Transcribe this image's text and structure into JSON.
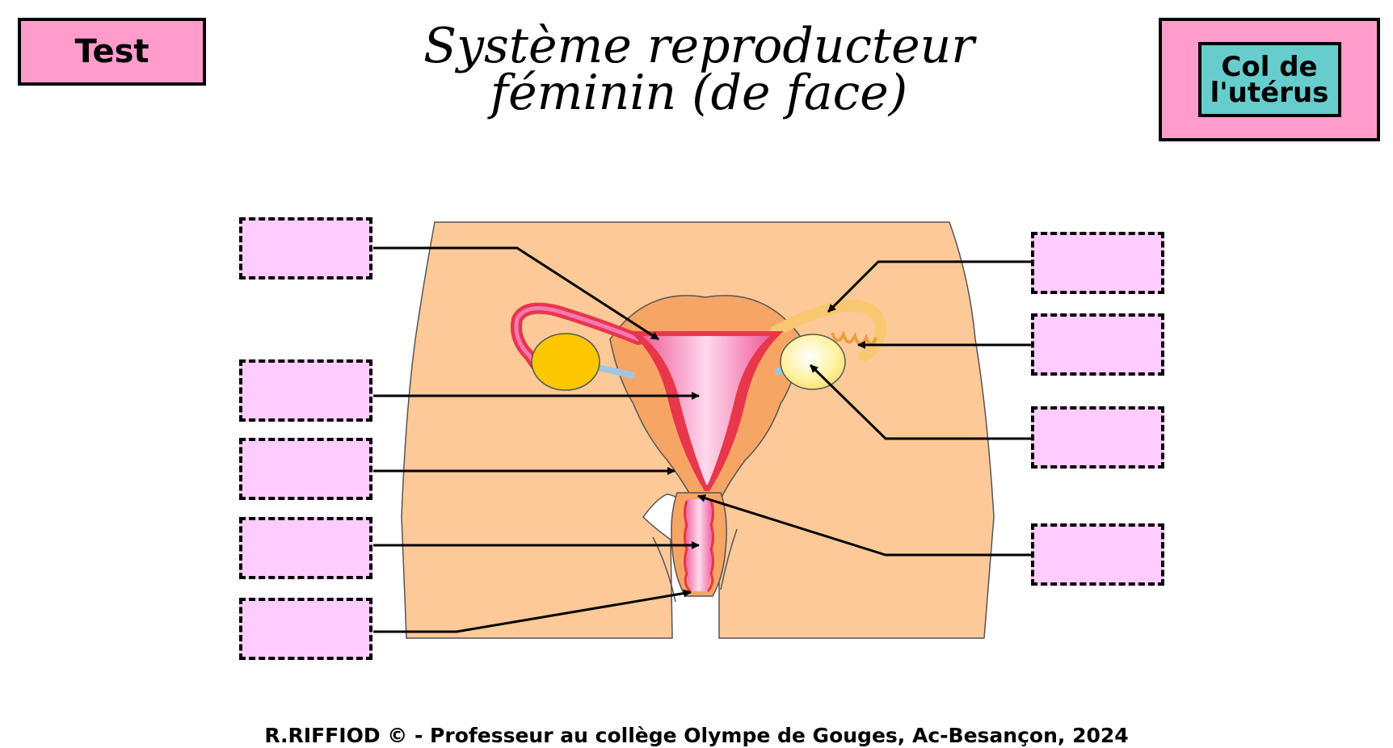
{
  "header": {
    "test_button_label": "Test",
    "title_line1": "Système reproducteur",
    "title_line2": "féminin (de face)",
    "answer_label": "Col de l'utérus"
  },
  "label_boxes": {
    "left": [
      "",
      "",
      "",
      "",
      ""
    ],
    "right": [
      "",
      "",
      "",
      ""
    ]
  },
  "footer": {
    "credit": "R.RIFFIOD © - Professeur au collège Olympe de Gouges, Ac-Besançon, 2024"
  },
  "colors": {
    "button_pink": "#ff9ccc",
    "answer_teal": "#66cccc",
    "label_box_fill": "#ffccff",
    "body_skin": "#fdc998",
    "uterus_muscle": "#f6a565",
    "uterus_lining": "#e8364a",
    "cavity_pink": "#f37ab5",
    "ovary_yellow": "#fdc700"
  }
}
